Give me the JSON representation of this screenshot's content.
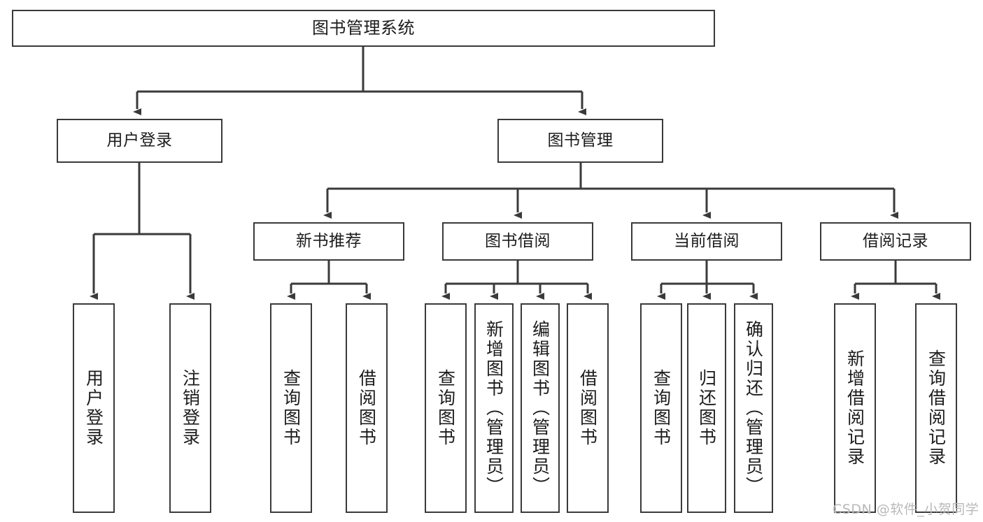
{
  "diagram": {
    "title": "图书管理系统",
    "type": "hierarchy-tree",
    "watermark": "CSDN @软件_小贺同学",
    "colors": {
      "box_border": "#3a3a3a",
      "box_fill": "#ffffff",
      "edge": "#3a3a3a",
      "text": "#1c1c1c",
      "watermark": "#b9b9b9"
    },
    "tier1": {
      "root": {
        "label": "图书管理系统"
      }
    },
    "tier2": [
      {
        "label": "用户登录"
      },
      {
        "label": "图书管理"
      }
    ],
    "tier3": [
      {
        "label": "新书推荐"
      },
      {
        "label": "图书借阅"
      },
      {
        "label": "当前借阅"
      },
      {
        "label": "借阅记录"
      }
    ],
    "tier4": {
      "user_login": [
        {
          "label": "用户登录"
        },
        {
          "label": "注销登录"
        }
      ],
      "new_book_recommend": [
        {
          "label": "查询图书"
        },
        {
          "label": "借阅图书"
        }
      ],
      "book_borrow": [
        {
          "label": "查询图书"
        },
        {
          "label": "新增图书（管理员）"
        },
        {
          "label": "编辑图书（管理员）"
        },
        {
          "label": "借阅图书"
        }
      ],
      "current_borrow": [
        {
          "label": "查询图书"
        },
        {
          "label": "归还图书"
        },
        {
          "label": "确认归还（管理员）"
        }
      ],
      "borrow_record": [
        {
          "label": "新增借阅记录"
        },
        {
          "label": "查询借阅记录"
        }
      ]
    }
  }
}
